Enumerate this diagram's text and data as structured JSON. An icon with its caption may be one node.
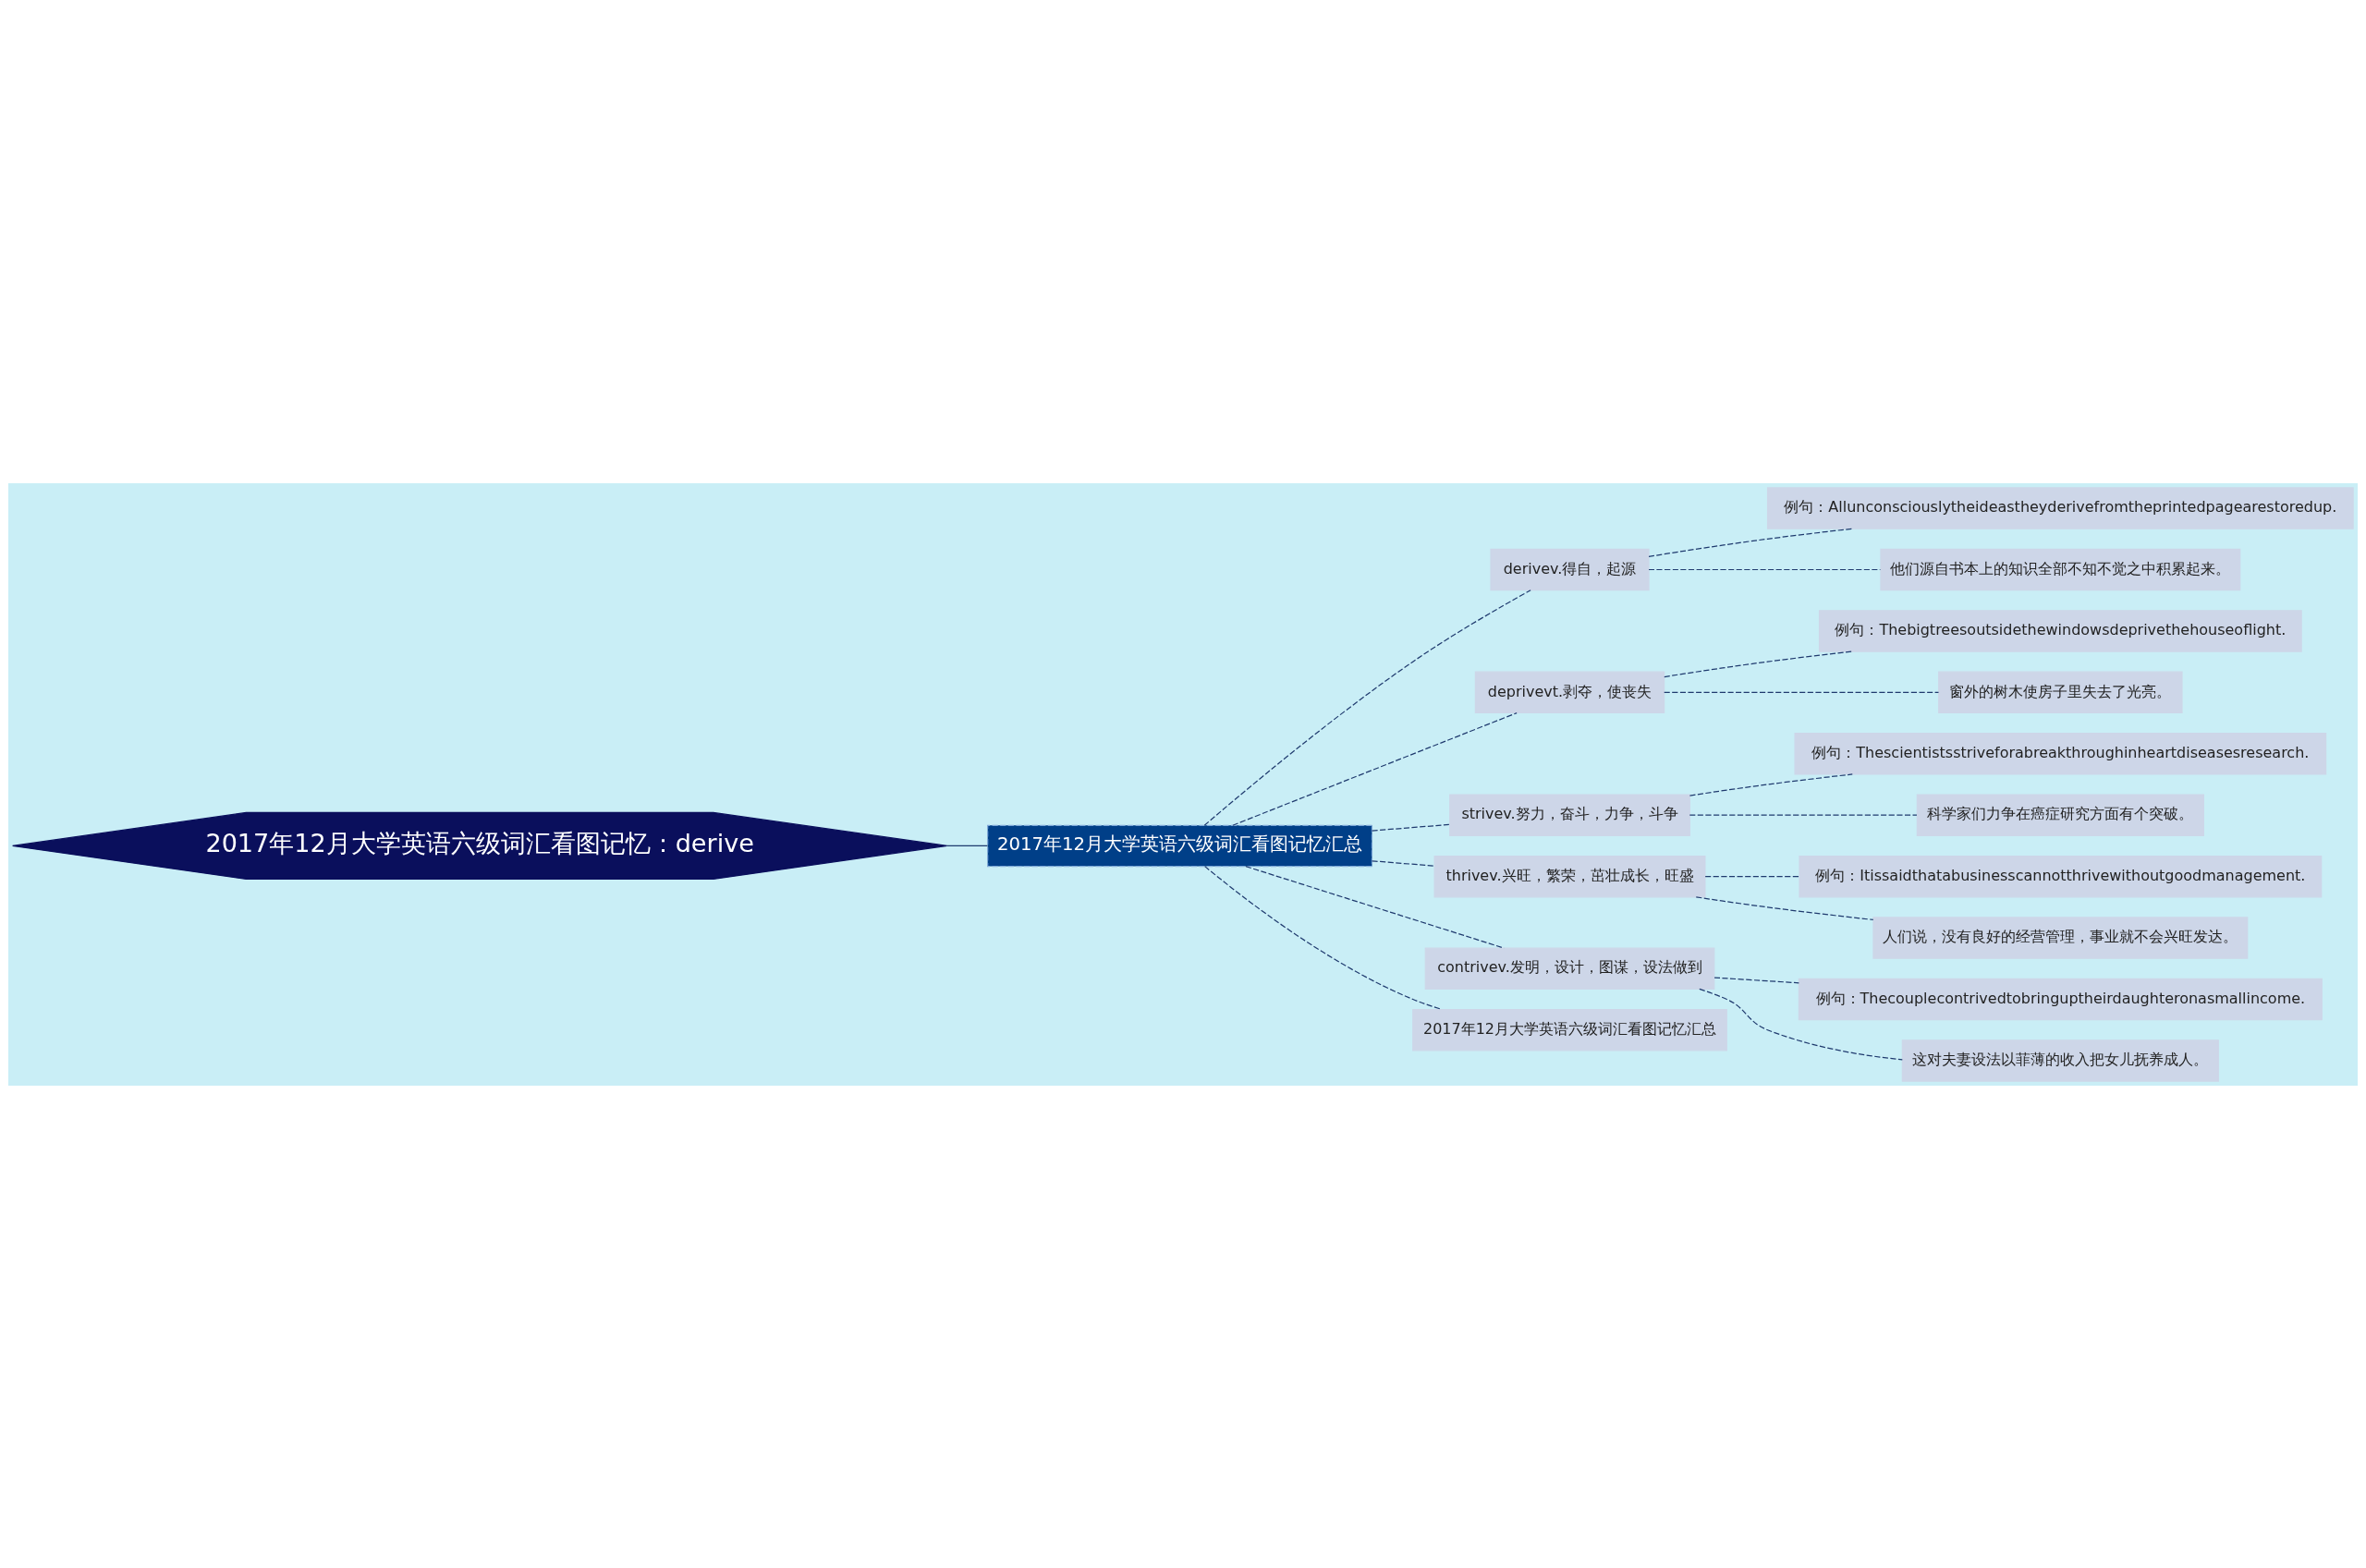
{
  "diagram": {
    "nodes": [
      {
        "text": [
          "2017年12月大学英语六级词汇看图记忆：derive"
        ]
      },
      {
        "text": [
          "2017年12月大学英语六级词汇看图记忆汇总"
        ]
      },
      {
        "text": [
          "derivev.得自，起源"
        ]
      },
      {
        "text": [
          "例句：Allunconsciouslytheideastheyderivefromtheprintedpagearestoredup."
        ]
      },
      {
        "text": [
          "他们源自书本上的知识全部不知不觉之中积累起来。"
        ]
      },
      {
        "text": [
          "deprivevt.剥夺，使丧失"
        ]
      },
      {
        "text": [
          "例句：Thebigtreesoutsidethewindowsdeprivethehouseoflight."
        ]
      },
      {
        "text": [
          "窗外的树木使房子里失去了光亮。"
        ]
      },
      {
        "text": [
          "strivev.努力，奋斗，力争，斗争"
        ]
      },
      {
        "text": [
          "例句：Thescientistsstriveforabreakthroughinheartdiseasesresearch."
        ]
      },
      {
        "text": [
          "科学家们力争在癌症研究方面有个突破。"
        ]
      },
      {
        "text": [
          "thrivev.兴旺，繁荣，茁壮成长，旺盛"
        ]
      },
      {
        "text": [
          "例句：Itissaidthatabusinesscannotthrivewithoutgoodmanagement."
        ]
      },
      {
        "text": [
          "人们说，没有良好的经营管理，事业就不会兴旺发达。"
        ]
      },
      {
        "text": [
          "contrivev.发明，设计，图谋，设法做到"
        ]
      },
      {
        "text": [
          "例句：Thecouplecontrivedtobringuptheirdaughteronasmallincome."
        ]
      },
      {
        "text": [
          "这对夫妻设法以菲薄的收入把女儿抚养成人。"
        ]
      },
      {
        "text": [
          "2017年12月大学英语六级词汇看图记忆汇总"
        ]
      }
    ],
    "edges": [
      {
        "from": 0,
        "to": 1,
        "arrow": "none"
      },
      {
        "from": 1,
        "to": 2,
        "arrow": "none",
        "style": "dashed"
      },
      {
        "from": 2,
        "to": 3,
        "arrow": "none",
        "style": "dashed"
      },
      {
        "from": 2,
        "to": 4,
        "arrow": "none",
        "style": "dashed"
      },
      {
        "from": 1,
        "to": 5,
        "arrow": "none",
        "style": "dashed"
      },
      {
        "from": 5,
        "to": 6,
        "arrow": "none",
        "style": "dashed"
      },
      {
        "from": 5,
        "to": 7,
        "arrow": "none",
        "style": "dashed"
      },
      {
        "from": 1,
        "to": 8,
        "arrow": "none",
        "style": "dashed"
      },
      {
        "from": 8,
        "to": 9,
        "arrow": "none",
        "style": "dashed"
      },
      {
        "from": 8,
        "to": 10,
        "arrow": "none",
        "style": "dashed"
      },
      {
        "from": 1,
        "to": 11,
        "arrow": "none",
        "style": "dashed"
      },
      {
        "from": 11,
        "to": 12,
        "arrow": "none",
        "style": "dashed"
      },
      {
        "from": 11,
        "to": 13,
        "arrow": "none",
        "style": "dashed"
      },
      {
        "from": 1,
        "to": 14,
        "arrow": "none",
        "style": "dashed"
      },
      {
        "from": 14,
        "to": 15,
        "arrow": "none",
        "style": "dashed"
      },
      {
        "from": 14,
        "to": 16,
        "arrow": "none",
        "style": "dashed"
      },
      {
        "from": 1,
        "to": 17,
        "arrow": "none",
        "style": "dashed"
      }
    ]
  }
}
